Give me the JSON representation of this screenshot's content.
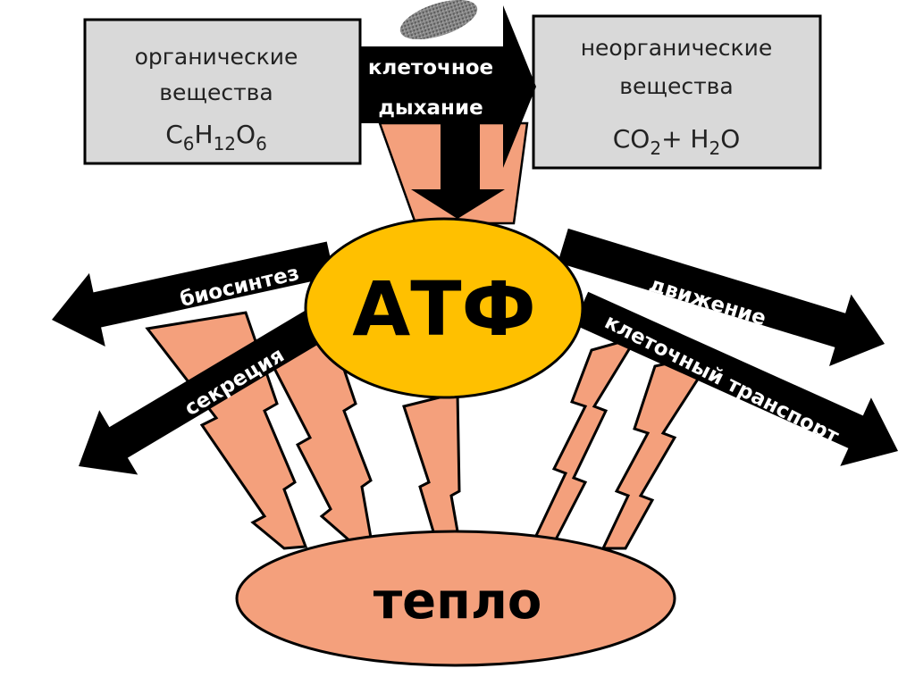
{
  "left_box": {
    "line1": "органические",
    "line2": "вещества",
    "formula": [
      "C",
      "6",
      "H",
      "12",
      "O",
      "6"
    ]
  },
  "right_box": {
    "line1": "неорганические",
    "line2": "вещества",
    "formula": [
      "CO",
      "2",
      "+ H",
      "2",
      "O"
    ]
  },
  "respiration_arrow": {
    "line1": "клеточное",
    "line2": "дыхание"
  },
  "center": {
    "label": "АТФ"
  },
  "heat": {
    "label": "тепло"
  },
  "outputs": [
    {
      "label": "биосинтез"
    },
    {
      "label": "секреция"
    },
    {
      "label": "движение"
    },
    {
      "label": "клеточный транспорт"
    }
  ],
  "colors": {
    "atp": "#ffc000",
    "heat": "#f4a07c",
    "box": "#d9d9d9",
    "arrow": "#000000"
  },
  "icons": {
    "mitochondrion": "mitochondrion-icon"
  }
}
